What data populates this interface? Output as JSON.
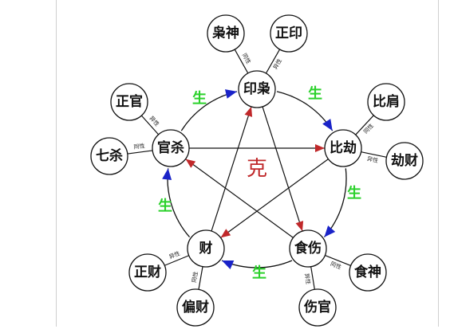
{
  "center_label": "克",
  "sheng_label": "生",
  "main_nodes": [
    {
      "id": "yinxiao",
      "label": "印枭"
    },
    {
      "id": "bijie",
      "label": "比劫"
    },
    {
      "id": "shishang",
      "label": "食伤"
    },
    {
      "id": "cai",
      "label": "财"
    },
    {
      "id": "guansha",
      "label": "官杀"
    }
  ],
  "sub_nodes": [
    {
      "id": "xiaoshen",
      "label": "枭神",
      "tag": "同性"
    },
    {
      "id": "zhengyin",
      "label": "正印",
      "tag": "异性"
    },
    {
      "id": "bijian",
      "label": "比肩",
      "tag": "同性"
    },
    {
      "id": "jiecai",
      "label": "劫财",
      "tag": "异性"
    },
    {
      "id": "shishen",
      "label": "食神",
      "tag": "同性"
    },
    {
      "id": "shangguan",
      "label": "伤官",
      "tag": "异性"
    },
    {
      "id": "piancai",
      "label": "偏财",
      "tag": "同性"
    },
    {
      "id": "zhengcai",
      "label": "正财",
      "tag": "异性"
    },
    {
      "id": "qisha",
      "label": "七杀",
      "tag": "同性"
    },
    {
      "id": "zhengguan",
      "label": "正官",
      "tag": "异性"
    }
  ],
  "colors": {
    "sheng": "#2bd12b",
    "ke": "#c0282a",
    "arrow_blue": "#1a23c8",
    "arrow_red": "#c0282a",
    "line": "#111111"
  }
}
